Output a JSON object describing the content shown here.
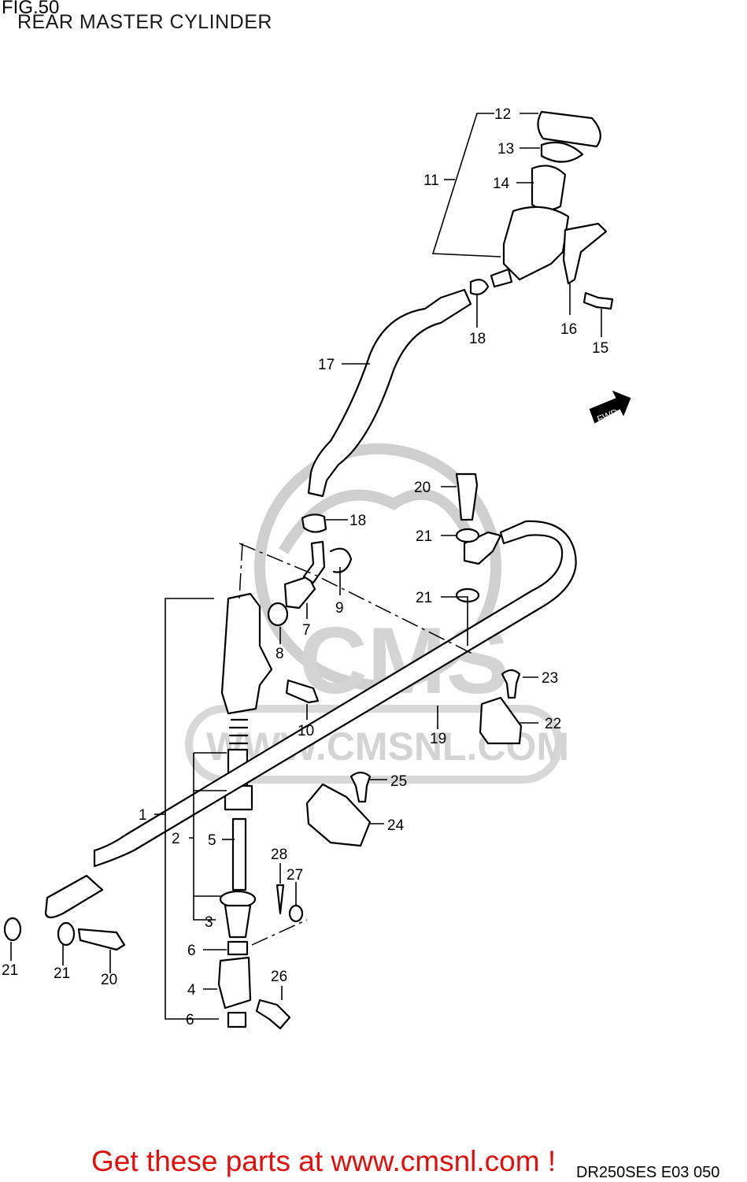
{
  "figure": {
    "number": "FIG.50",
    "title": "REAR MASTER CYLINDER"
  },
  "footer": {
    "cta": "Get these parts at www.cmsnl.com !",
    "model_code": "DR250SES E03  050"
  },
  "watermark": {
    "brand": "CMS",
    "url": "WWW.CMSNL.COM"
  },
  "fwd_marker": "FWD",
  "callouts": [
    "12",
    "13",
    "14",
    "11",
    "16",
    "15",
    "18",
    "17",
    "20",
    "18",
    "21",
    "21",
    "9",
    "7",
    "8",
    "10",
    "19",
    "23",
    "22",
    "25",
    "24",
    "1",
    "2",
    "5",
    "28",
    "27",
    "3",
    "6",
    "4",
    "26",
    "6",
    "21",
    "21",
    "20"
  ],
  "colors": {
    "cta": "#e0100c",
    "lines": "#000000",
    "watermark": "#d4d4d4"
  }
}
